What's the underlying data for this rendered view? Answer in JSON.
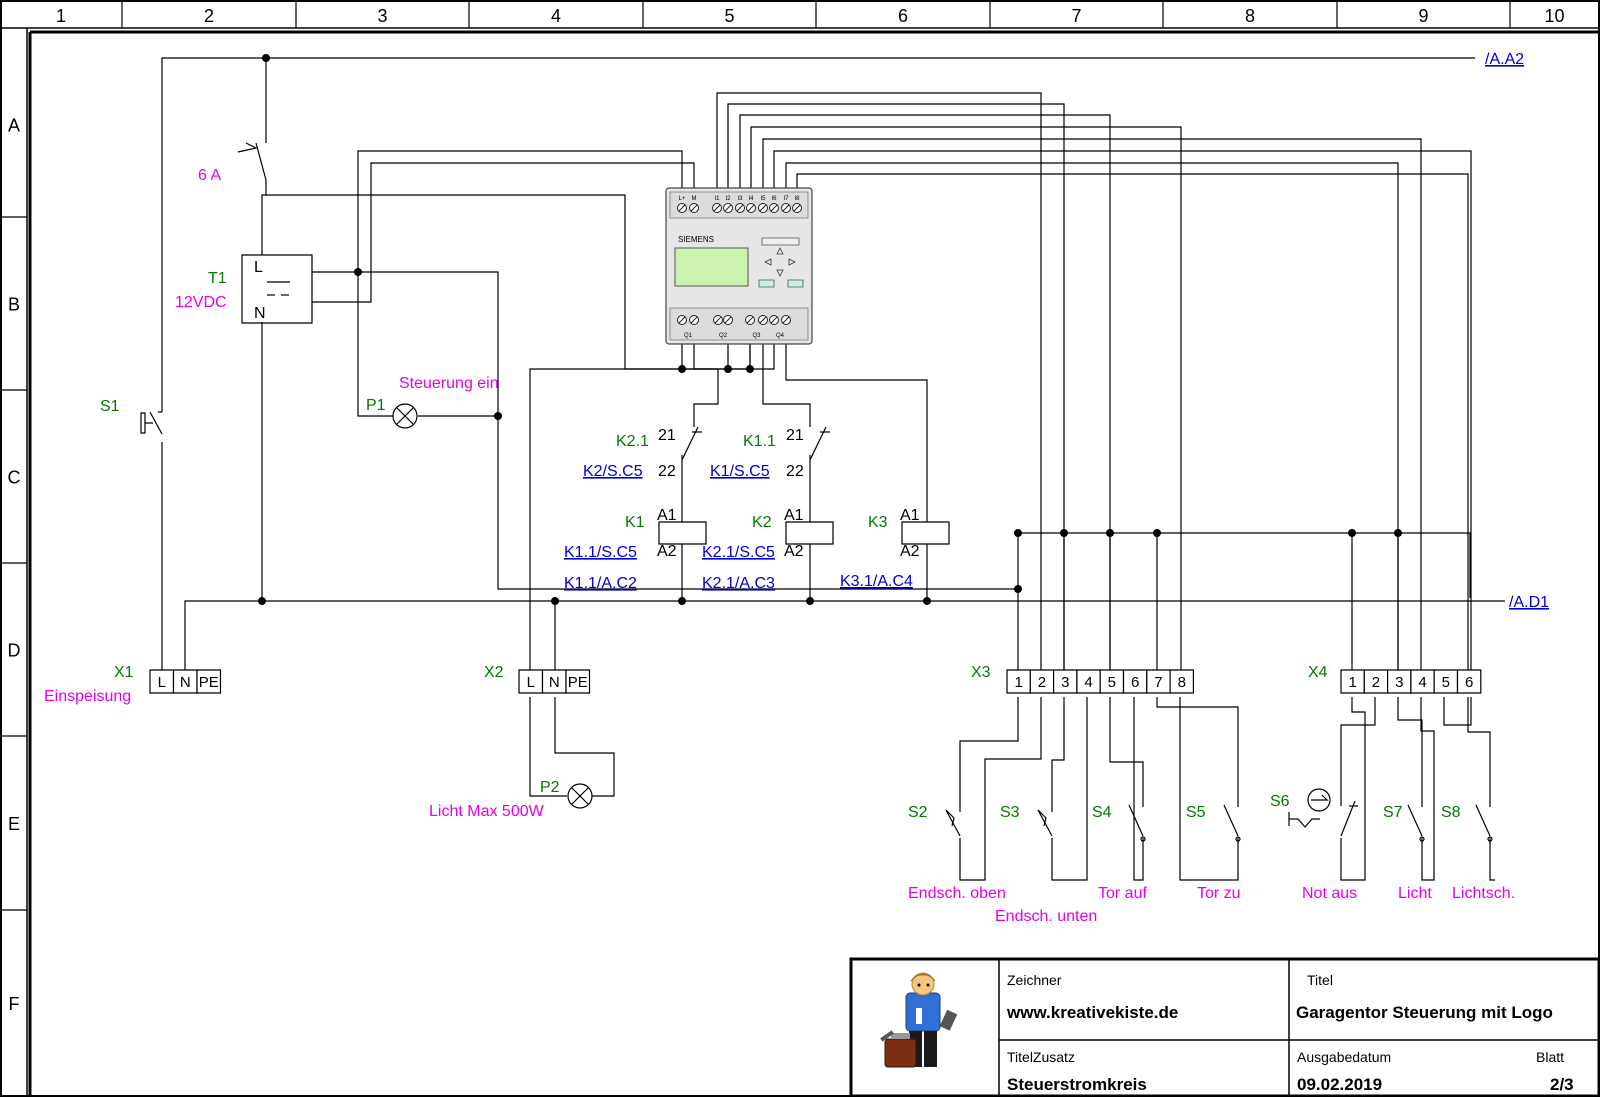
{
  "frame": {
    "columns": [
      "1",
      "2",
      "3",
      "4",
      "5",
      "6",
      "7",
      "8",
      "9",
      "10"
    ],
    "rows": [
      "A",
      "B",
      "C",
      "D",
      "E",
      "F"
    ]
  },
  "cross_refs": {
    "top_right": "/A.A2",
    "mid_right": "/A.D1"
  },
  "labels": {
    "fuse": "6 A",
    "psu_name": "T1",
    "psu_voltage": "12VDC",
    "psu_L": "L",
    "psu_N": "N",
    "s1": "S1",
    "p1": "P1",
    "p1_desc": "Steuerung ein",
    "x1": "X1",
    "x1_desc": "Einspeisung",
    "x2": "X2",
    "p2": "P2",
    "p2_desc": "Licht Max 500W",
    "x3": "X3",
    "x4": "X4"
  },
  "terminals": {
    "x1": [
      "L",
      "N",
      "PE"
    ],
    "x2": [
      "L",
      "N",
      "PE"
    ],
    "x3": [
      "1",
      "2",
      "3",
      "4",
      "5",
      "6",
      "7",
      "8"
    ],
    "x4": [
      "1",
      "2",
      "3",
      "4",
      "5",
      "6"
    ]
  },
  "logo": {
    "brand": "SIEMENS",
    "top_terminals": [
      "L+",
      "M",
      "I1",
      "I2",
      "I3",
      "I4",
      "I5",
      "I6",
      "I7",
      "I8"
    ],
    "bottom_terminals": [
      "Q1",
      "Q2",
      "Q3",
      "Q4"
    ]
  },
  "contacts": [
    {
      "name": "K2.1",
      "pin_top": "21",
      "pin_bottom": "22",
      "ref": "K2/S.C5"
    },
    {
      "name": "K1.1",
      "pin_top": "21",
      "pin_bottom": "22",
      "ref": "K1/S.C5"
    }
  ],
  "relays": [
    {
      "name": "K1",
      "a1": "A1",
      "a2": "A2",
      "refs": [
        "K1.1/S.C5",
        "K1.1/A.C2"
      ]
    },
    {
      "name": "K2",
      "a1": "A1",
      "a2": "A2",
      "refs": [
        "K2.1/S.C5",
        "K2.1/A.C3"
      ]
    },
    {
      "name": "K3",
      "a1": "A1",
      "a2": "A2",
      "refs": [
        "K3.1/A.C4"
      ]
    }
  ],
  "switches": [
    {
      "name": "S2",
      "desc": "Endsch. oben"
    },
    {
      "name": "S3",
      "desc": "Endsch. unten"
    },
    {
      "name": "S4",
      "desc": "Tor auf"
    },
    {
      "name": "S5",
      "desc": "Tor zu"
    },
    {
      "name": "S6",
      "desc": "Not aus"
    },
    {
      "name": "S7",
      "desc": "Licht"
    },
    {
      "name": "S8",
      "desc": "Lichtsch."
    }
  ],
  "title_block": {
    "drawer_label": "Zeichner",
    "drawer": "www.kreativekiste.de",
    "title_label": "Titel",
    "title": "Garagentor Steuerung mit Logo",
    "subtitle_label": "TitelZusatz",
    "subtitle": "Steuerstromkreis",
    "date_label": "Ausgabedatum",
    "date": "09.02.2019",
    "sheet_label": "Blatt",
    "sheet": "2/3"
  },
  "colors": {
    "designation": "#007a00",
    "description": "#e600e6",
    "reference": "#0000cc",
    "wire": "#000000"
  }
}
